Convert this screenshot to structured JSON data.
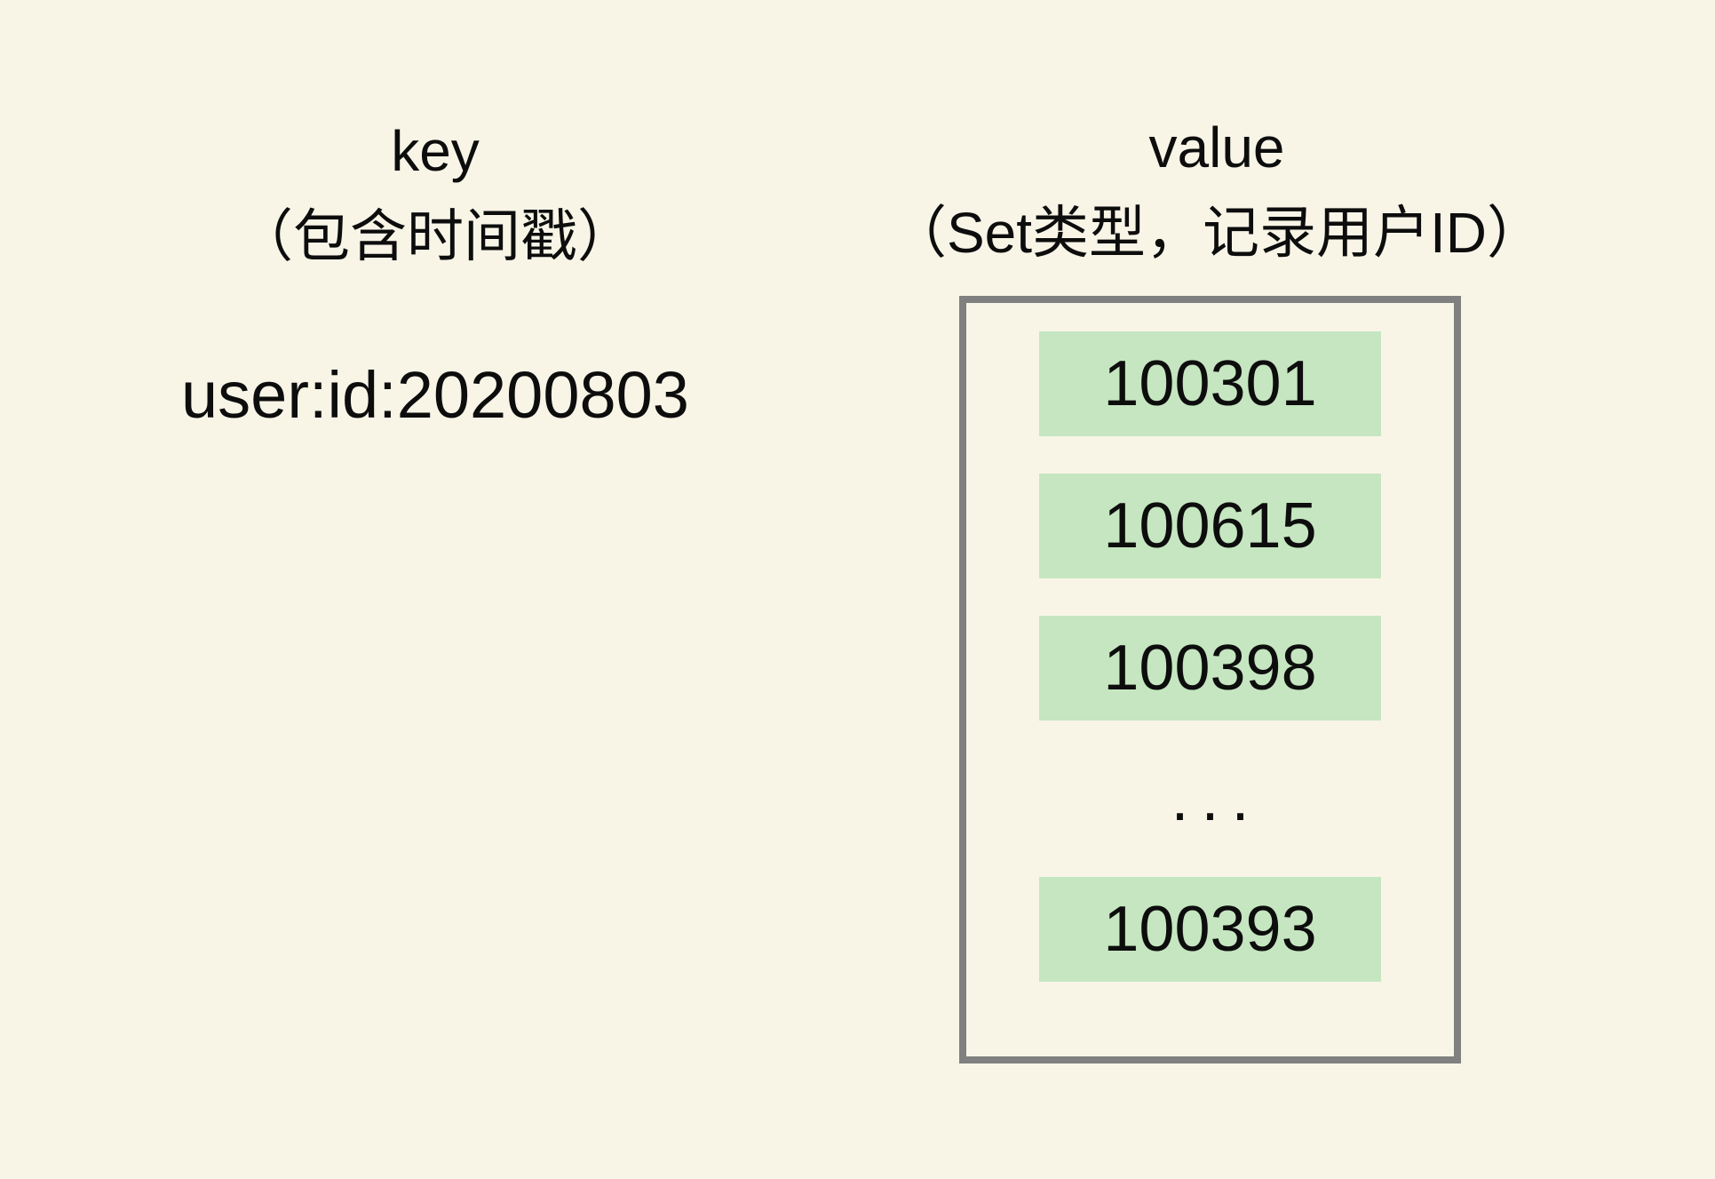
{
  "page": {
    "background_color": "#f8f5e7",
    "text_color": "#0d0d0d"
  },
  "key_column": {
    "title": "key",
    "subtitle": "（包含时间戳）",
    "key_name": "user:id:20200803"
  },
  "value_column": {
    "title": "value",
    "subtitle": "（Set类型，记录用户ID）",
    "set_box": {
      "border_color": "#808080",
      "item_background_color": "#c5e6c0",
      "items": [
        "100301",
        "100615",
        "100398",
        "100393"
      ],
      "ellipsis": "..."
    }
  }
}
